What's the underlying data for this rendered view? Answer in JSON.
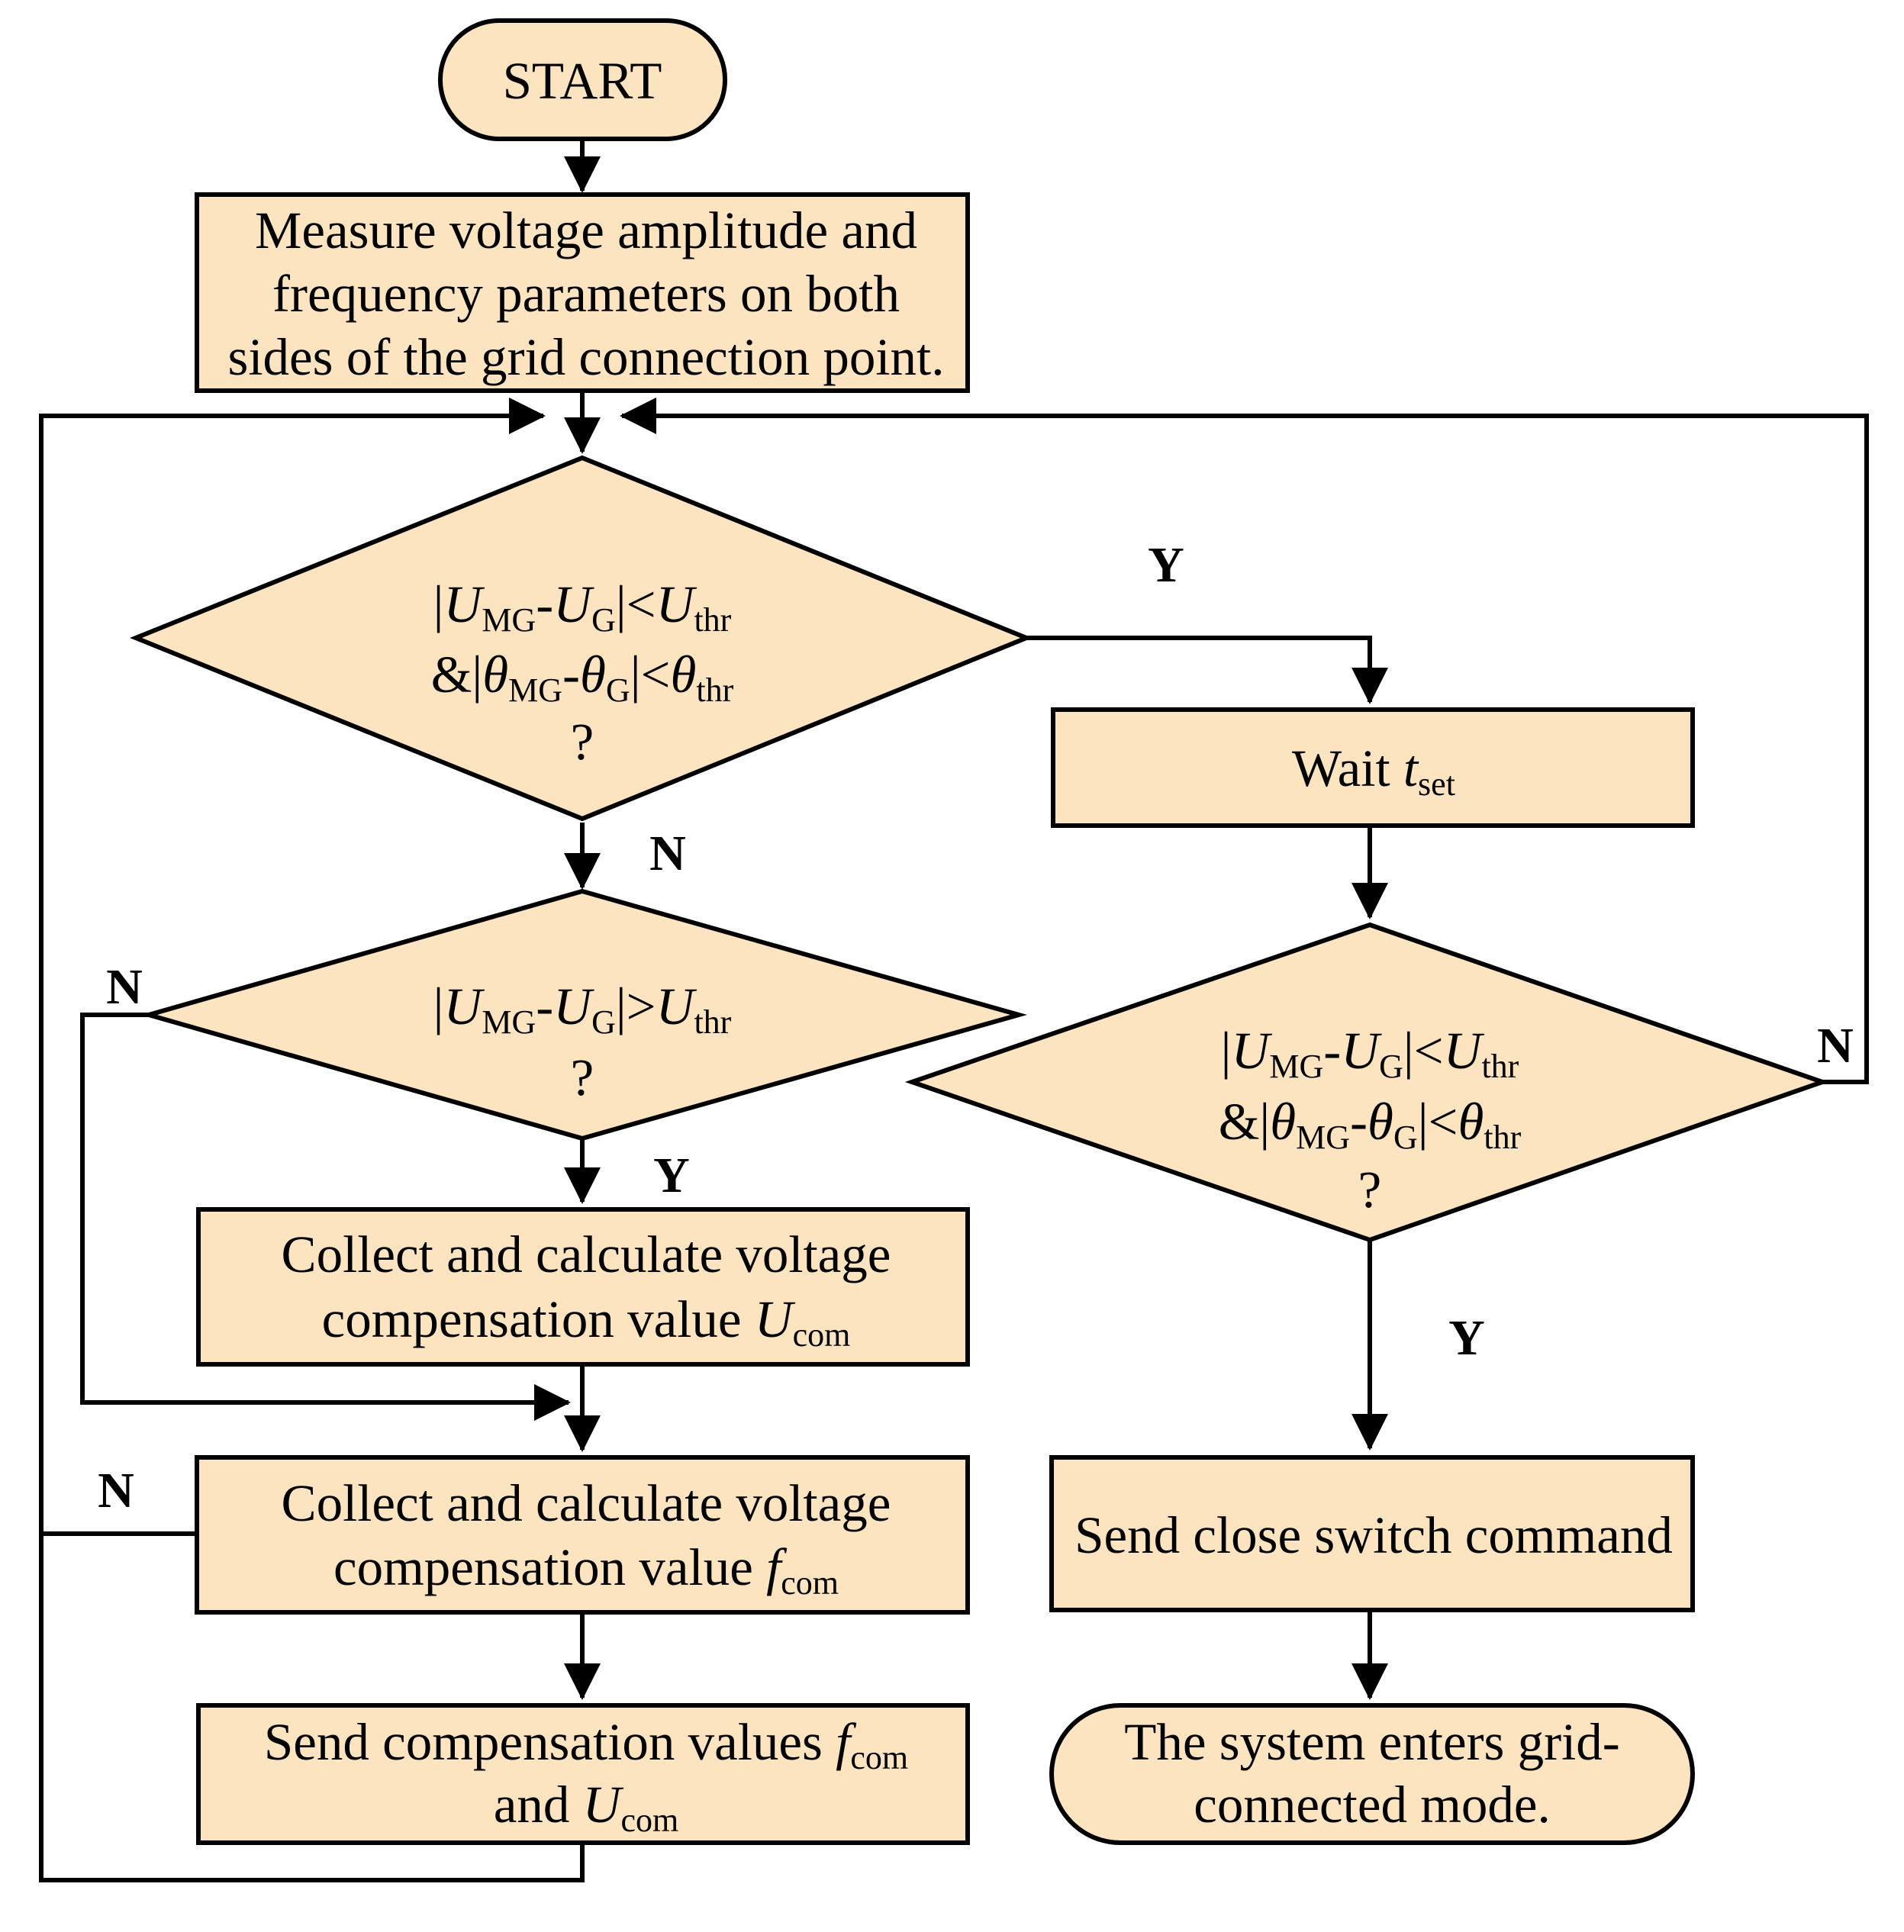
{
  "nodes": {
    "start": "START",
    "measure": [
      "Measure voltage amplitude and",
      "frequency parameters on both",
      "sides of the grid connection point."
    ],
    "d1": {
      "l1": [
        "|",
        "U",
        "MG",
        "-",
        "U",
        "G",
        "|<",
        "U",
        "thr"
      ],
      "l2": [
        "&|",
        "θ",
        "MG",
        "-",
        "θ",
        "G",
        "|<",
        "θ",
        "thr"
      ],
      "l3": "?"
    },
    "d2": {
      "l1": [
        "|",
        "U",
        "MG",
        "-",
        "U",
        "G",
        "|>",
        "U",
        "thr"
      ],
      "l2": "?"
    },
    "collect_u": {
      "l1": "Collect and calculate voltage",
      "l2": [
        "compensation value ",
        "U",
        "com"
      ]
    },
    "collect_f": {
      "l1": "Collect and calculate voltage",
      "l2": [
        "compensation value ",
        "f",
        "com"
      ]
    },
    "send_comp": {
      "l1": [
        "Send compensation values ",
        "f",
        "com"
      ],
      "l2": [
        "and ",
        "U",
        "com"
      ]
    },
    "wait": [
      "Wait ",
      "t",
      "set"
    ],
    "d3": {
      "l1": [
        "|",
        "U",
        "MG",
        "-",
        "U",
        "G",
        "|<",
        "U",
        "thr"
      ],
      "l2": [
        "&|",
        "θ",
        "MG",
        "-",
        "θ",
        "G",
        "|<",
        "θ",
        "thr"
      ],
      "l3": "?"
    },
    "close": "Send close switch command",
    "end": [
      "The system enters grid-",
      "connected mode."
    ]
  },
  "edge_labels": {
    "d1_yes": "Y",
    "d1_no": "N",
    "d2_no": "N",
    "d2_yes": "Y",
    "loop_no": "N",
    "d3_no": "N",
    "d3_yes": "Y"
  },
  "colors": {
    "node_fill": "#fce4c0",
    "stroke": "#000000"
  }
}
